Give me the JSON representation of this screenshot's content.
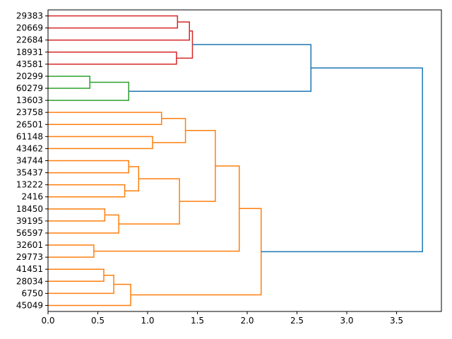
{
  "chart_data": {
    "type": "dendrogram",
    "orientation": "left",
    "title": "",
    "xlabel": "",
    "ylabel": "",
    "xlim": [
      0,
      3.95
    ],
    "xticks": [
      0.0,
      0.5,
      1.0,
      1.5,
      2.0,
      2.5,
      3.0,
      3.5
    ],
    "xtick_labels": [
      "0.0",
      "0.5",
      "1.0",
      "1.5",
      "2.0",
      "2.5",
      "3.0",
      "3.5"
    ],
    "leaves": [
      "29383",
      "20669",
      "22684",
      "18931",
      "43581",
      "20299",
      "60279",
      "13603",
      "23758",
      "26501",
      "61148",
      "43462",
      "34744",
      "35437",
      "13222",
      "2416",
      "18450",
      "39195",
      "56597",
      "32601",
      "29773",
      "41451",
      "28034",
      "6750",
      "45049"
    ],
    "colors": {
      "red": "#d62728",
      "green": "#2ca02c",
      "orange": "#ff7f0e",
      "blue": "#1f77b4"
    },
    "merges": [
      {
        "left": 0,
        "right": 1,
        "height": 1.3,
        "color": "red"
      },
      {
        "left": "n",
        "right": 2,
        "height": 1.42,
        "color": "red"
      },
      {
        "left": 3,
        "right": 4,
        "height": 1.29,
        "color": "red"
      },
      {
        "left": "n",
        "right": "n",
        "height": 1.45,
        "color": "red"
      },
      {
        "left": 5,
        "right": 6,
        "height": 0.42,
        "color": "green"
      },
      {
        "left": "n",
        "right": 7,
        "height": 0.81,
        "color": "green"
      },
      {
        "left": "n",
        "right": "n",
        "height": 2.64,
        "color": "blue"
      },
      {
        "left": 8,
        "right": 9,
        "height": 1.14,
        "color": "orange"
      },
      {
        "left": 10,
        "right": 11,
        "height": 1.05,
        "color": "orange"
      },
      {
        "left": "n",
        "right": "n",
        "height": 1.38,
        "color": "orange"
      },
      {
        "left": 12,
        "right": 13,
        "height": 0.81,
        "color": "orange"
      },
      {
        "left": 14,
        "right": 15,
        "height": 0.77,
        "color": "orange"
      },
      {
        "left": "n",
        "right": "n",
        "height": 0.91,
        "color": "orange"
      },
      {
        "left": 16,
        "right": 17,
        "height": 0.57,
        "color": "orange"
      },
      {
        "left": "n",
        "right": 18,
        "height": 0.71,
        "color": "orange"
      },
      {
        "left": "n",
        "right": "n",
        "height": 1.32,
        "color": "orange"
      },
      {
        "left": "n",
        "right": "n",
        "height": 1.68,
        "color": "orange"
      },
      {
        "left": 19,
        "right": 20,
        "height": 0.46,
        "color": "orange"
      },
      {
        "left": "n",
        "right": "n",
        "height": 1.92,
        "color": "orange"
      },
      {
        "left": 21,
        "right": 22,
        "height": 0.56,
        "color": "orange"
      },
      {
        "left": "n",
        "right": 23,
        "height": 0.66,
        "color": "orange"
      },
      {
        "left": "n",
        "right": 24,
        "height": 0.83,
        "color": "orange"
      },
      {
        "left": "n",
        "right": "n",
        "height": 2.14,
        "color": "orange"
      },
      {
        "left": "n",
        "right": "n",
        "height": 3.76,
        "color": "blue"
      }
    ]
  }
}
